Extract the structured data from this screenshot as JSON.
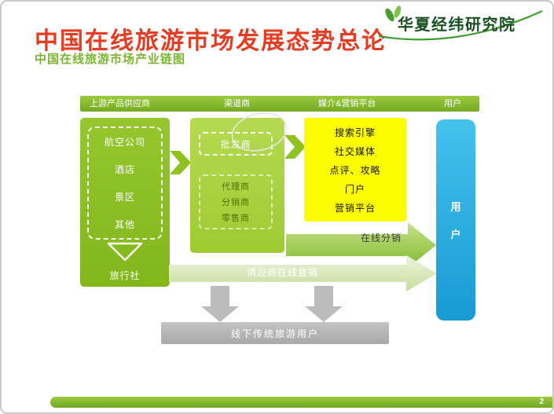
{
  "slide": {
    "title": "中国在线旅游市场发展态势总论",
    "subtitle": "中国在线旅游市场产业链图",
    "logo": "华夏经纬研究院",
    "page_number": "2"
  },
  "diagram": {
    "columns": [
      "上游产品供应商",
      "渠道商",
      "媒介&营销平台",
      "用户"
    ],
    "suppliers": {
      "items": [
        "航空公司",
        "酒店",
        "景区",
        "其他"
      ],
      "agency": "旅行社"
    },
    "channels": {
      "wholesaler": "批发商",
      "resellers": [
        "代理商",
        "分销商",
        "零售商"
      ]
    },
    "media": [
      "搜索引擎",
      "社交媒体",
      "点评、攻略",
      "门户",
      "营销平台"
    ],
    "user": {
      "chars": [
        "用",
        "户"
      ]
    },
    "labels": {
      "online_distribution": "在线分销",
      "supplier_direct": "供应商在线直销",
      "offline_users": "线下传统旅游用户"
    }
  },
  "colors": {
    "title_red": "#e53c22",
    "subtitle_green": "#7ab62c",
    "header_bar_green": "#86bb2a",
    "supplier_box_green": "#8dc21f",
    "channel_box_green": "#a8d23e",
    "media_box_yellow": "#fdfd02",
    "user_box_blue": "#29abe2",
    "offline_gray": "#b5b5b5"
  }
}
